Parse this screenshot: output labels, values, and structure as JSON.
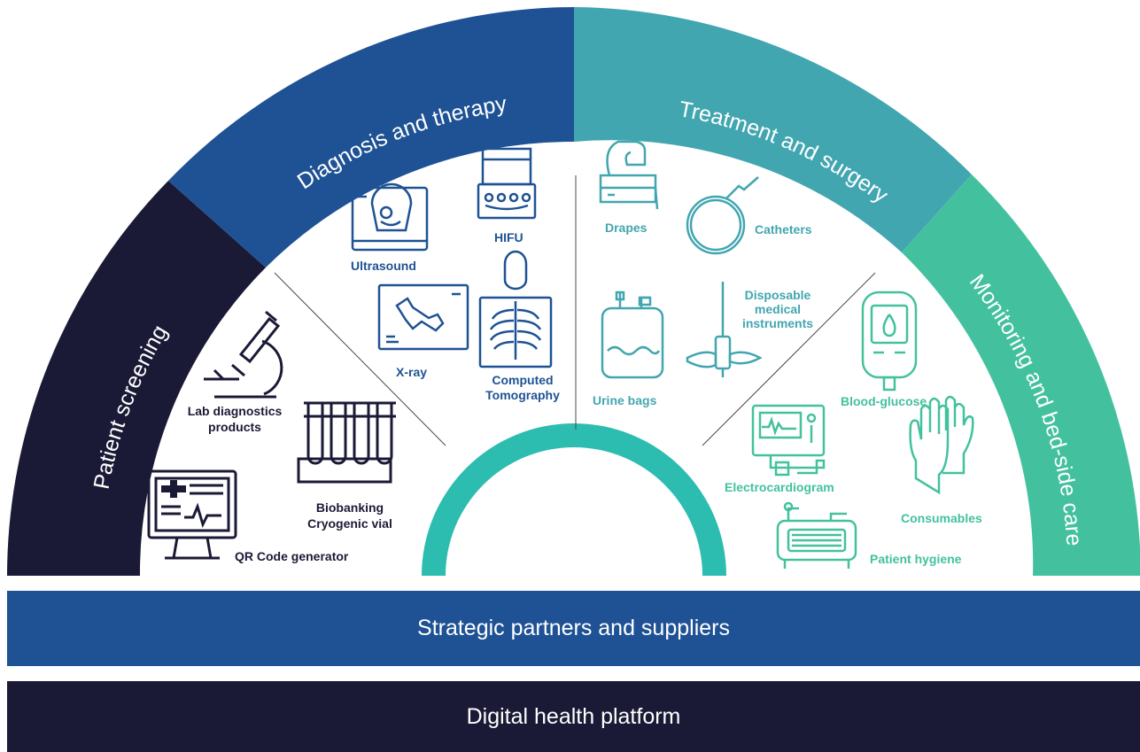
{
  "segments": {
    "patient_screening": "Patient screening",
    "diagnosis_therapy": "Diagnosis and therapy",
    "treatment_surgery": "Treatment and surgery",
    "monitoring_care": "Monitoring and bed-side care"
  },
  "items": {
    "qr_code": "QR Code generator",
    "lab_1": "Lab diagnostics",
    "lab_2": "products",
    "bio_1": "Biobanking",
    "bio_2": "Cryogenic vial",
    "ultrasound": "Ultrasound",
    "hifu": "HIFU",
    "xray": "X-ray",
    "ct_1": "Computed",
    "ct_2": "Tomography",
    "drapes": "Drapes",
    "catheters": "Catheters",
    "urine_bags": "Urine bags",
    "dmi_1": "Disposable",
    "dmi_2": "medical",
    "dmi_3": "instruments",
    "blood_glucose": "Blood-glucose",
    "ecg": "Electrocardiogram",
    "consumables": "Consumables",
    "hygiene": "Patient hygiene"
  },
  "bars": {
    "partners": "Strategic partners and suppliers",
    "platform": "Digital health platform"
  },
  "colors": {
    "navy": "#1b1a36",
    "blue": "#1e5294",
    "teal": "#42a6b0",
    "green": "#43c19e",
    "inner_teal": "#2cbdb0"
  },
  "icons": [
    "qr-monitor-icon",
    "microscope-icon",
    "test-tubes-icon",
    "ultrasound-icon",
    "hifu-icon",
    "xray-icon",
    "ct-body-icon",
    "drapes-icon",
    "catheter-icon",
    "urine-bag-icon",
    "syringe-icon",
    "glucose-meter-icon",
    "ecg-monitor-icon",
    "gloves-icon",
    "hygiene-tub-icon"
  ]
}
